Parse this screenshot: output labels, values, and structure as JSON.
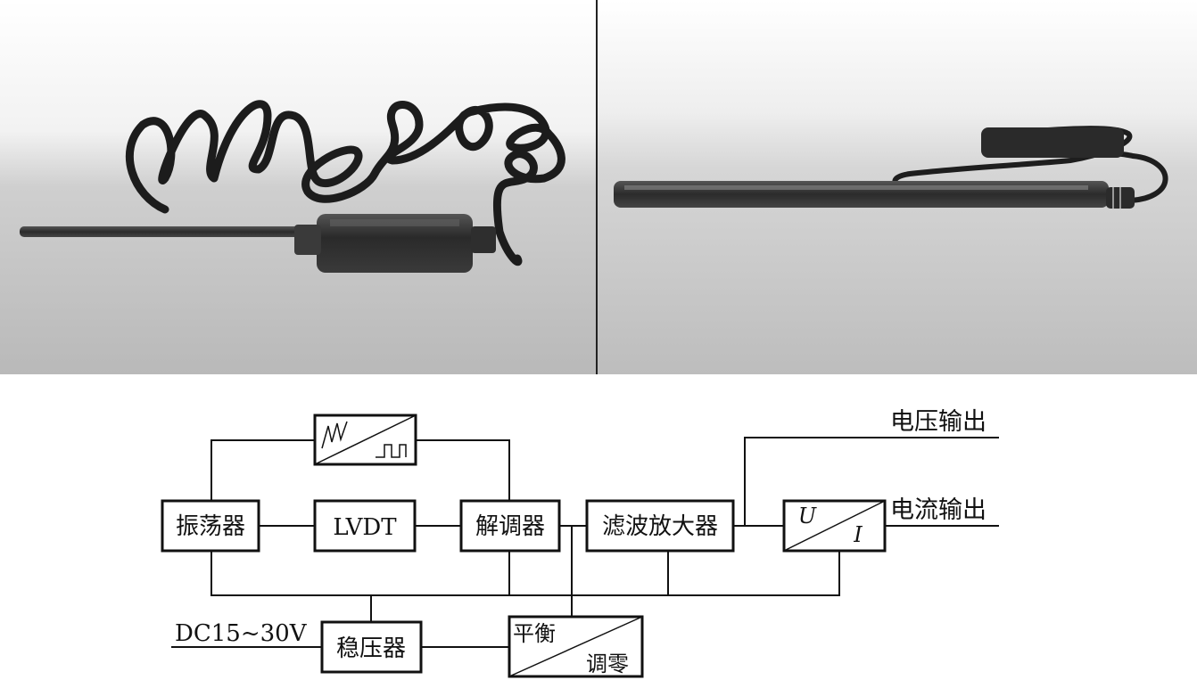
{
  "photos": {
    "left": {
      "subject": "LVDT displacement sensor with coiled cable"
    },
    "right": {
      "subject": "long rod LVDT displacement sensor with cable"
    }
  },
  "diagram": {
    "blocks": {
      "oscillator": "振荡器",
      "lvdt": "LVDT",
      "demodulator": "解调器",
      "filter_amplifier": "滤波放大器",
      "regulator": "稳压器",
      "balance_top": "平衡",
      "balance_bottom": "调零",
      "converter_u": "U",
      "converter_i": "I"
    },
    "labels": {
      "voltage_output": "电压输出",
      "current_output": "电流输出",
      "power_input": "DC15~30V"
    }
  }
}
